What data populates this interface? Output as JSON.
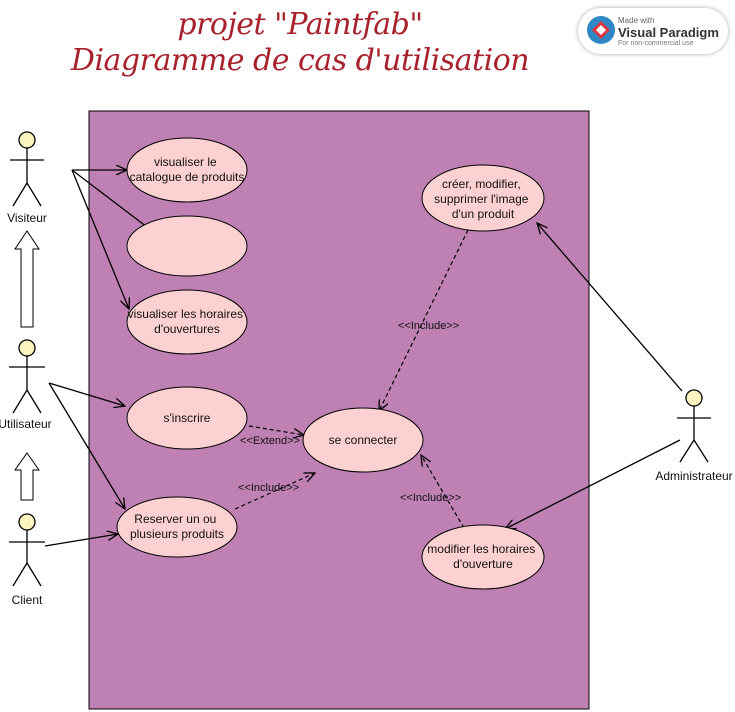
{
  "title": {
    "line1": "projet \"Paintfab\"",
    "line2": "Diagramme de cas d'utilisation"
  },
  "badge": {
    "made_with": "Made with",
    "brand": "Visual Paradigm",
    "note": "For non-commercial use"
  },
  "actors": {
    "visiteur": "Visiteur",
    "utilisateur": "Utilisateur",
    "client": "Client",
    "administrateur": "Administrateur"
  },
  "use_cases": {
    "catalogue": [
      "visualiser le",
      "catalogue de produits"
    ],
    "empty": [],
    "horaires": [
      "visualiser les horaires",
      "d'ouvertures"
    ],
    "inscrire": [
      "s'inscrire"
    ],
    "reserver": [
      "Reserver un ou",
      "plusieurs produits"
    ],
    "connecter": [
      "se connecter"
    ],
    "image": [
      "créer, modifier,",
      "supprimer l'image",
      "d'un produit"
    ],
    "modifier_horaires": [
      "modifier les horaires",
      "d'ouverture"
    ]
  },
  "stereotypes": {
    "extend": "<<Extend>>",
    "include_reserver": "<<Include>>",
    "include_image": "<<Include>>",
    "include_horaires": "<<Include>>"
  },
  "colors": {
    "title": "#a7222c",
    "system_boundary": "#bf80b3",
    "use_case_fill": "#fdd1d1",
    "actor_head": "#fcf4bf"
  }
}
